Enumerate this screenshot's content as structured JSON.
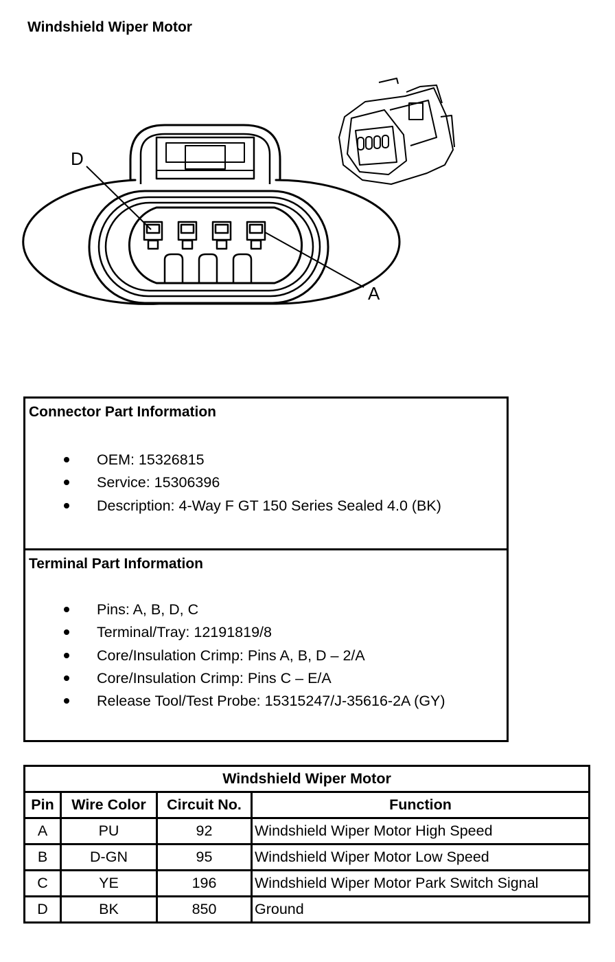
{
  "page_title": "Windshield Wiper Motor",
  "diagram": {
    "label_d": "D",
    "label_a": "A"
  },
  "connector_info": {
    "heading": "Connector Part Information",
    "items": [
      "OEM: 15326815",
      "Service: 15306396",
      "Description: 4-Way F GT 150 Series Sealed 4.0 (BK)"
    ]
  },
  "terminal_info": {
    "heading": "Terminal Part Information",
    "items": [
      "Pins: A, B, D, C",
      "Terminal/Tray: 12191819/8",
      "Core/Insulation Crimp: Pins A, B, D – 2/A",
      "Core/Insulation Crimp: Pins C – E/A",
      "Release Tool/Test Probe: 15315247/J-35616-2A (GY)"
    ]
  },
  "pinout": {
    "title": "Windshield Wiper Motor",
    "headers": [
      "Pin",
      "Wire Color",
      "Circuit No.",
      "Function"
    ],
    "rows": [
      [
        "A",
        "PU",
        "92",
        "Windshield Wiper Motor High Speed"
      ],
      [
        "B",
        "D-GN",
        "95",
        "Windshield Wiper Motor Low Speed"
      ],
      [
        "C",
        "YE",
        "196",
        "Windshield Wiper Motor Park Switch Signal"
      ],
      [
        "D",
        "BK",
        "850",
        "Ground"
      ]
    ]
  }
}
